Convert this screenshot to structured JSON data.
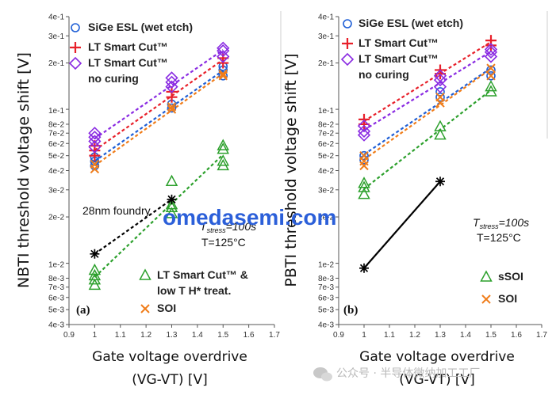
{
  "chart_data": [
    {
      "type": "scatter",
      "panel_label": "(a)",
      "ylabel": "NBTI threshold voltage shift [V]",
      "xlabel": "Gate voltage overdrive",
      "xlabel2": "(VG-VT) [V]",
      "xlim": [
        0.9,
        1.7
      ],
      "ylim": [
        0.004,
        0.4
      ],
      "y_scale": "log",
      "x_ticks": [
        "0.9",
        "1",
        "1.1",
        "1.2",
        "1.3",
        "1.4",
        "1.5",
        "1.6",
        "1.7"
      ],
      "y_ticks": [
        {
          "v": 0.4,
          "label": "4e-1"
        },
        {
          "v": 0.3,
          "label": "3e-1"
        },
        {
          "v": 0.2,
          "label": "2e-1"
        },
        {
          "v": 0.1,
          "label": "1e-1",
          "major": true
        },
        {
          "v": 0.08,
          "label": "8e-2"
        },
        {
          "v": 0.07,
          "label": "7e-2"
        },
        {
          "v": 0.06,
          "label": "6e-2"
        },
        {
          "v": 0.05,
          "label": "5e-2"
        },
        {
          "v": 0.04,
          "label": "4e-2"
        },
        {
          "v": 0.03,
          "label": "3e-2"
        },
        {
          "v": 0.02,
          "label": "2e-2"
        },
        {
          "v": 0.01,
          "label": "1e-2",
          "major": true
        },
        {
          "v": 0.008,
          "label": "8e-3"
        },
        {
          "v": 0.007,
          "label": "7e-3"
        },
        {
          "v": 0.006,
          "label": "6e-3"
        },
        {
          "v": 0.005,
          "label": "5e-3"
        },
        {
          "v": 0.004,
          "label": "4e-3"
        }
      ],
      "series": [
        {
          "name": "SiGe ESL (wet etch)",
          "marker": "circle",
          "color": "#1f5fd6",
          "fit": true,
          "points": [
            [
              1.0,
              0.043
            ],
            [
              1.0,
              0.046
            ],
            [
              1.0,
              0.049
            ],
            [
              1.3,
              0.102
            ],
            [
              1.3,
              0.108
            ],
            [
              1.5,
              0.165
            ],
            [
              1.5,
              0.18
            ],
            [
              1.5,
              0.19
            ]
          ]
        },
        {
          "name": "LT Smart Cut™",
          "marker": "plus",
          "color": "#e8202a",
          "fit": true,
          "points": [
            [
              1.0,
              0.05
            ],
            [
              1.0,
              0.054
            ],
            [
              1.0,
              0.058
            ],
            [
              1.3,
              0.12
            ],
            [
              1.3,
              0.13
            ],
            [
              1.5,
              0.2
            ],
            [
              1.5,
              0.215
            ]
          ]
        },
        {
          "name": "LT Smart Cut™",
          "name2": "no curing",
          "marker": "diamond",
          "color": "#8a2be2",
          "fit": true,
          "points": [
            [
              1.0,
              0.057
            ],
            [
              1.0,
              0.062
            ],
            [
              1.0,
              0.066
            ],
            [
              1.0,
              0.07
            ],
            [
              1.3,
              0.14
            ],
            [
              1.3,
              0.15
            ],
            [
              1.3,
              0.16
            ],
            [
              1.5,
              0.22
            ],
            [
              1.5,
              0.24
            ],
            [
              1.5,
              0.25
            ]
          ]
        },
        {
          "name": "LT Smart Cut™ &",
          "name2": "low T H* treat.",
          "marker": "triangle",
          "color": "#2ca02c",
          "fit": true,
          "points": [
            [
              1.0,
              0.0072
            ],
            [
              1.0,
              0.0078
            ],
            [
              1.0,
              0.0083
            ],
            [
              1.0,
              0.009
            ],
            [
              1.3,
              0.021
            ],
            [
              1.3,
              0.023
            ],
            [
              1.3,
              0.024
            ],
            [
              1.3,
              0.034
            ],
            [
              1.5,
              0.043
            ],
            [
              1.5,
              0.046
            ],
            [
              1.5,
              0.055
            ],
            [
              1.5,
              0.058
            ]
          ]
        },
        {
          "name": "SOI",
          "marker": "x",
          "color": "#f07d1a",
          "fit": true,
          "points": [
            [
              1.0,
              0.041
            ],
            [
              1.0,
              0.044
            ],
            [
              1.3,
              0.1
            ],
            [
              1.3,
              0.104
            ],
            [
              1.5,
              0.165
            ],
            [
              1.5,
              0.17
            ]
          ]
        },
        {
          "name": "28nm foundry",
          "marker": "star",
          "color": "#000000",
          "fit": true,
          "points": [
            [
              1.0,
              0.0115
            ],
            [
              1.3,
              0.026
            ]
          ]
        }
      ],
      "annotations": {
        "foundry": "28nm foundry",
        "tstress_prefix": "T",
        "tstress_sub": "stress",
        "tstress_value": "=100s",
        "temp": "T=125°C"
      },
      "legend_top": [
        "SiGe ESL (wet etch)",
        "LT Smart Cut™",
        "LT Smart Cut™ no curing"
      ],
      "legend_bottom": [
        "LT Smart Cut™ & low T H* treat.",
        "SOI"
      ]
    },
    {
      "type": "scatter",
      "panel_label": "(b)",
      "ylabel": "PBTI threshold voltage shift [V]",
      "xlabel": "Gate voltage overdrive",
      "xlabel2": "(VG-VT) [V]",
      "xlim": [
        0.9,
        1.7
      ],
      "ylim": [
        0.004,
        0.4
      ],
      "y_scale": "log",
      "x_ticks": [
        "0.9",
        "1",
        "1.1",
        "1.2",
        "1.3",
        "1.4",
        "1.5",
        "1.6",
        "1.7"
      ],
      "y_ticks": [
        {
          "v": 0.4,
          "label": "4e-1"
        },
        {
          "v": 0.3,
          "label": "3e-1"
        },
        {
          "v": 0.2,
          "label": "2e-1"
        },
        {
          "v": 0.1,
          "label": "1e-1",
          "major": true
        },
        {
          "v": 0.08,
          "label": "8e-2"
        },
        {
          "v": 0.07,
          "label": "7e-2"
        },
        {
          "v": 0.06,
          "label": "6e-2"
        },
        {
          "v": 0.05,
          "label": "5e-2"
        },
        {
          "v": 0.04,
          "label": "4e-2"
        },
        {
          "v": 0.03,
          "label": "3e-2"
        },
        {
          "v": 0.02,
          "label": "2e-2"
        },
        {
          "v": 0.01,
          "label": "1e-2",
          "major": true
        },
        {
          "v": 0.008,
          "label": "8e-3"
        },
        {
          "v": 0.007,
          "label": "7e-3"
        },
        {
          "v": 0.006,
          "label": "6e-3"
        },
        {
          "v": 0.005,
          "label": "5e-3"
        },
        {
          "v": 0.004,
          "label": "4e-3"
        }
      ],
      "series": [
        {
          "name": "SiGe ESL (wet etch)",
          "marker": "circle",
          "color": "#1f5fd6",
          "fit": true,
          "points": [
            [
              1.0,
              0.047
            ],
            [
              1.0,
              0.05
            ],
            [
              1.3,
              0.12
            ],
            [
              1.3,
              0.13
            ],
            [
              1.5,
              0.165
            ],
            [
              1.5,
              0.18
            ]
          ]
        },
        {
          "name": "LT Smart Cut™",
          "marker": "plus",
          "color": "#e8202a",
          "fit": true,
          "points": [
            [
              1.0,
              0.08
            ],
            [
              1.0,
              0.086
            ],
            [
              1.3,
              0.17
            ],
            [
              1.3,
              0.18
            ],
            [
              1.5,
              0.26
            ],
            [
              1.5,
              0.28
            ]
          ]
        },
        {
          "name": "LT Smart Cut™",
          "name2": "no curing",
          "marker": "diamond",
          "color": "#8a2be2",
          "fit": true,
          "points": [
            [
              1.0,
              0.068
            ],
            [
              1.0,
              0.072
            ],
            [
              1.0,
              0.078
            ],
            [
              1.3,
              0.14
            ],
            [
              1.3,
              0.155
            ],
            [
              1.3,
              0.165
            ],
            [
              1.5,
              0.22
            ],
            [
              1.5,
              0.235
            ],
            [
              1.5,
              0.245
            ]
          ]
        },
        {
          "name": "sSOI",
          "marker": "triangle",
          "color": "#2ca02c",
          "fit": true,
          "points": [
            [
              1.0,
              0.028
            ],
            [
              1.0,
              0.031
            ],
            [
              1.0,
              0.033
            ],
            [
              1.3,
              0.068
            ],
            [
              1.3,
              0.077
            ],
            [
              1.5,
              0.13
            ],
            [
              1.5,
              0.14
            ]
          ]
        },
        {
          "name": "SOI",
          "marker": "x",
          "color": "#f07d1a",
          "fit": true,
          "points": [
            [
              1.0,
              0.043
            ],
            [
              1.0,
              0.046
            ],
            [
              1.0,
              0.05
            ],
            [
              1.3,
              0.11
            ],
            [
              1.3,
              0.12
            ],
            [
              1.5,
              0.165
            ],
            [
              1.5,
              0.185
            ]
          ]
        },
        {
          "name": "",
          "marker": "star",
          "color": "#000000",
          "fit": true,
          "solid": true,
          "points": [
            [
              1.0,
              0.0093
            ],
            [
              1.3,
              0.034
            ]
          ]
        }
      ],
      "annotations": {
        "tstress_prefix": "T",
        "tstress_sub": "stress",
        "tstress_value": "=100s",
        "temp": "T=125°C"
      },
      "legend_top": [
        "SiGe ESL (wet etch)",
        "LT Smart Cut™",
        "LT Smart Cut™ no curing"
      ],
      "legend_bottom": [
        "sSOI",
        "SOI"
      ]
    }
  ],
  "watermark": {
    "main": "omedasemi.com",
    "footer": "公众号 · 半导体微纳加工工厂"
  }
}
